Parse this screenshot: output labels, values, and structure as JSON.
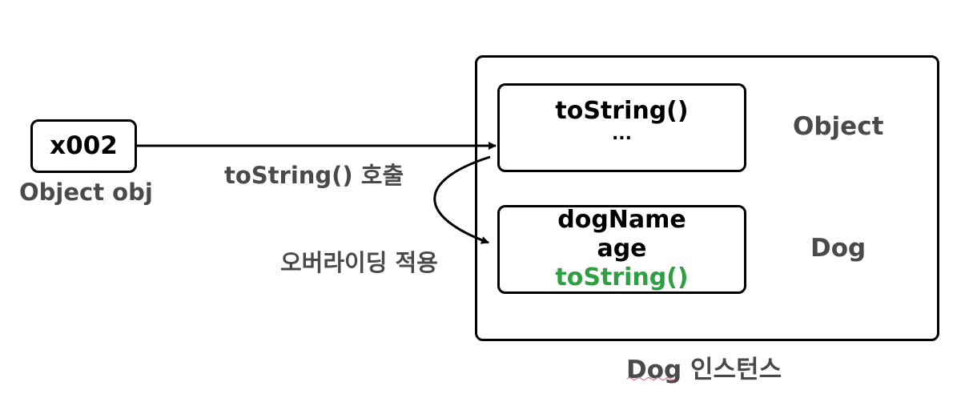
{
  "reference": {
    "value": "x002",
    "caption": "Object obj"
  },
  "call_label": "toString() 호출",
  "override_label": "오버라이딩 적용",
  "instance": {
    "caption": "Dog 인스턴스",
    "object_layer": {
      "name": "Object",
      "members": [
        "toString()",
        "..."
      ]
    },
    "dog_layer": {
      "name": "Dog",
      "members": [
        "dogName",
        "age",
        "toString()"
      ]
    }
  },
  "colors": {
    "override_highlight": "#2ea043",
    "label_gray": "#4a4a4a",
    "stroke": "#000000"
  }
}
